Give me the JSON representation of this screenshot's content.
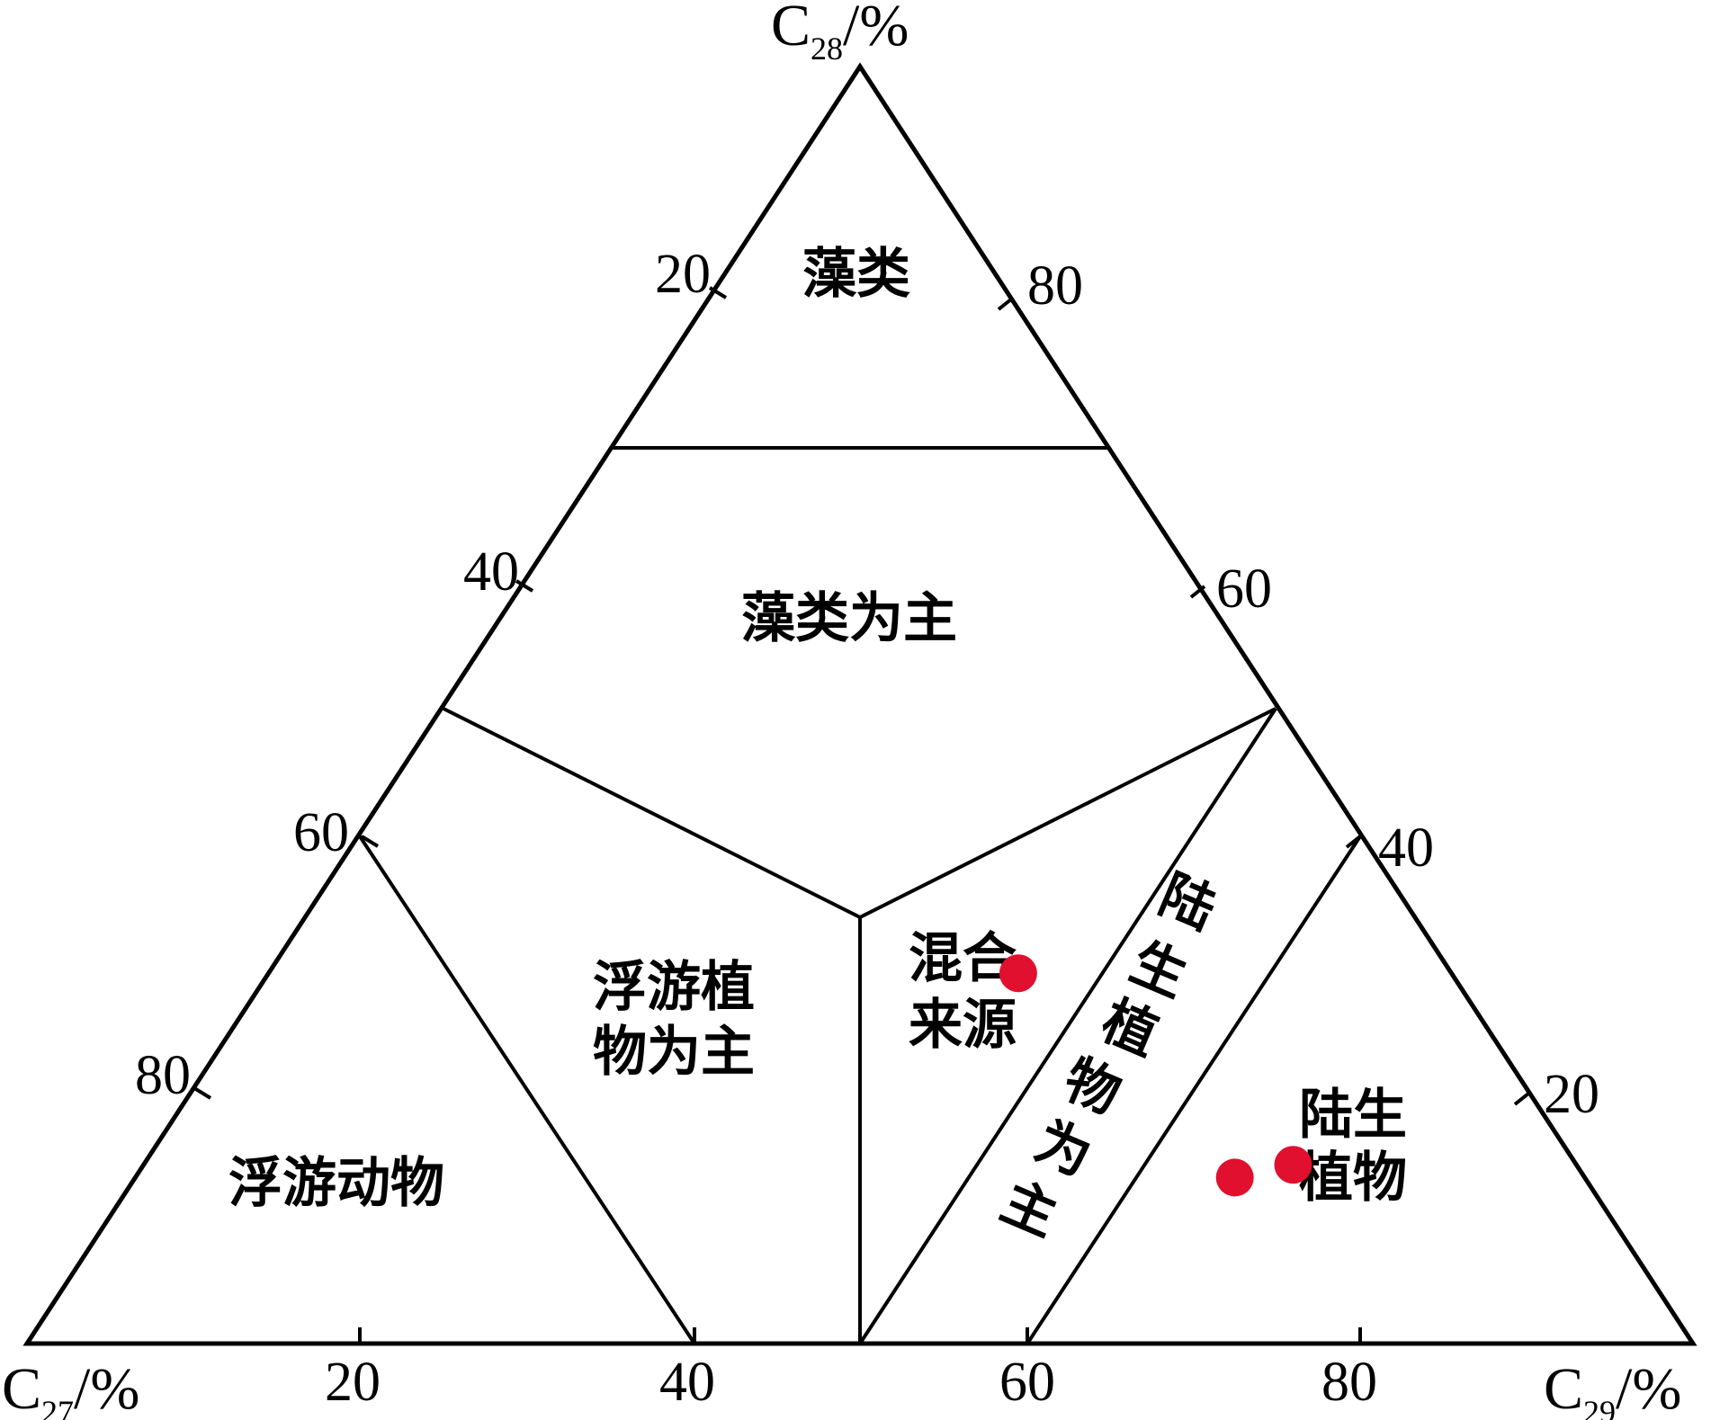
{
  "chart_data": {
    "type": "scatter",
    "subtype": "ternary",
    "axes": {
      "c27": {
        "symbol": "C",
        "sub": "27",
        "unit": "/%"
      },
      "c28": {
        "symbol": "C",
        "sub": "28",
        "unit": "/%"
      },
      "c29": {
        "symbol": "C",
        "sub": "29",
        "unit": "/%"
      }
    },
    "ticks": {
      "bottom": [
        "20",
        "40",
        "60",
        "80"
      ],
      "left": [
        "20",
        "40",
        "60",
        "80"
      ],
      "right": [
        "80",
        "60",
        "40",
        "20"
      ]
    },
    "regions": [
      {
        "lines": [
          "藻类"
        ]
      },
      {
        "lines": [
          "藻类为主"
        ]
      },
      {
        "lines": [
          "浮游动物"
        ]
      },
      {
        "lines": [
          "浮游植",
          "物为主"
        ]
      },
      {
        "lines": [
          "混合",
          "来源"
        ]
      },
      {
        "lines": [
          "陆",
          "生",
          "植",
          "物",
          "为",
          "主"
        ]
      },
      {
        "lines": [
          "陆生",
          "植物"
        ]
      }
    ],
    "point_color": "#e0102e",
    "points": [
      {
        "c27": 26,
        "c28": 29,
        "c29": 45
      },
      {
        "c27": 21,
        "c28": 13,
        "c29": 66
      },
      {
        "c27": 17,
        "c28": 14,
        "c29": 69
      }
    ],
    "grid": false
  }
}
